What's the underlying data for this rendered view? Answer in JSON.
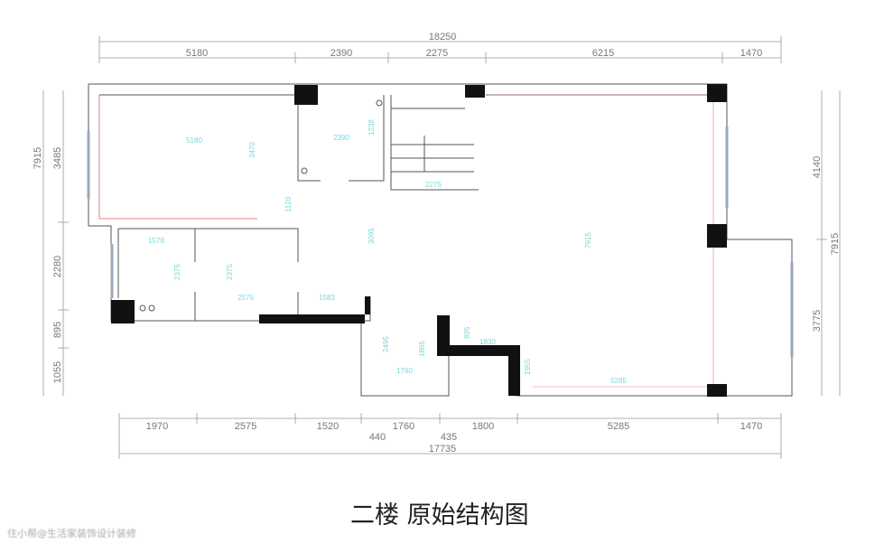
{
  "title": "二楼 原始结构图",
  "watermark": "住小帮@生活家装饰设计装修",
  "dims": {
    "top_total": "18250",
    "top": [
      "5180",
      "2390",
      "2275",
      "6215",
      "1470"
    ],
    "bottom_total": "17735",
    "bottom": [
      "1970",
      "2575",
      "1520",
      "1760",
      "1800",
      "5285",
      "1470"
    ],
    "bottom_small": [
      "440",
      "435"
    ],
    "left": [
      "3485",
      "2280",
      "895",
      "1055"
    ],
    "left_total": "7915",
    "right": [
      "4140",
      "3775"
    ],
    "right_total": "7915"
  },
  "inner_dims": [
    "5180",
    "3470",
    "2390",
    "1238",
    "1120",
    "2275",
    "1578",
    "2375",
    "2375",
    "2575",
    "1583",
    "3095",
    "2495",
    "1865",
    "1760",
    "895",
    "1830",
    "1955",
    "5285",
    "7915"
  ],
  "colors": {
    "wall": "#555555",
    "column": "#111111",
    "dimension": "#7fd6d6",
    "outline_red": "#e08080"
  }
}
